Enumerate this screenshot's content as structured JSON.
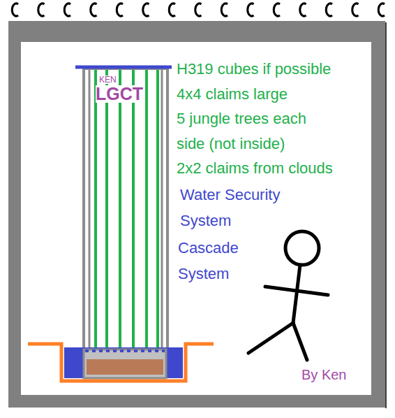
{
  "diagram": {
    "nodes": [
      {
        "text": [
          "KEN",
          "LGCT"
        ]
      }
    ],
    "labels": [
      "H319 cubes if possible",
      "4x4 claims large",
      "5 jungle trees each side (not inside)",
      "2x2 claims from clouds",
      "Water Security System",
      "Cascade System",
      "By Ken"
    ]
  }
}
